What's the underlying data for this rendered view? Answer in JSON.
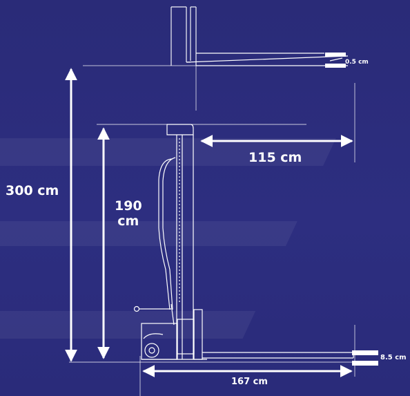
{
  "colors": {
    "background": "#2b2c7a",
    "line": "#ffffff",
    "accent": "#ffffff"
  },
  "dimensions": {
    "total_height": "300 cm",
    "lift_height_line1": "190",
    "lift_height_line2": "cm",
    "fork_reach": "115 cm",
    "overall_length": "167 cm",
    "fork_thickness_top": "0.5 cm",
    "fork_thickness_bottom": "8.5 cm"
  }
}
